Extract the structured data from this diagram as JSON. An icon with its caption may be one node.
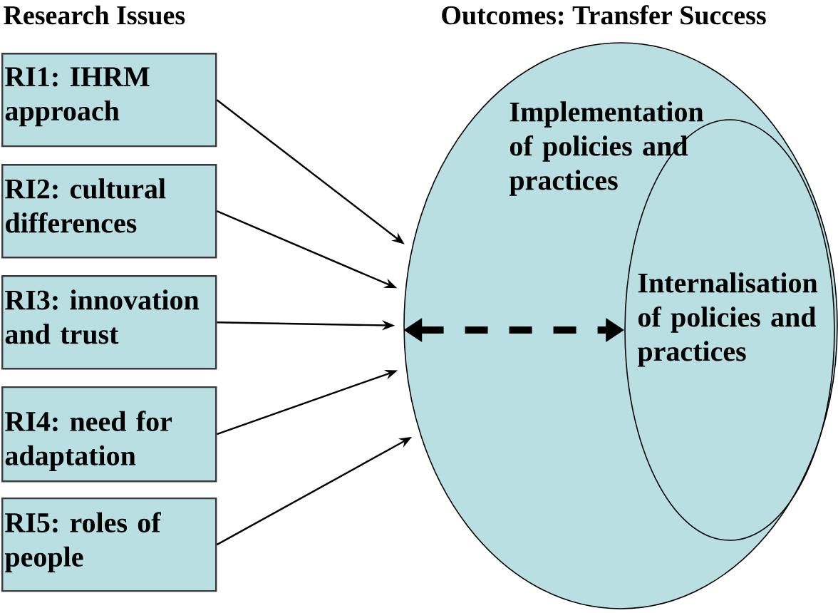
{
  "diagram": {
    "nodes": [
      {
        "text": [
          "RI1: IHRM approach"
        ]
      },
      {
        "text": [
          "RI2: cultural differences"
        ]
      },
      {
        "text": [
          "RI3: innovation and trust"
        ]
      },
      {
        "text": [
          "RI4: need for adaptation"
        ]
      },
      {
        "text": [
          "RI5: roles of people"
        ]
      },
      {
        "text": [
          "Implementation of policies and practices"
        ]
      },
      {
        "text": [
          "Internalisation of policies and practices"
        ],
        "in": 5
      }
    ],
    "edges": [
      {
        "from": 0,
        "to": 5,
        "arrow": "to"
      },
      {
        "from": 1,
        "to": 5,
        "arrow": "to"
      },
      {
        "from": 2,
        "to": 5,
        "arrow": "to"
      },
      {
        "from": 3,
        "to": 5,
        "arrow": "to"
      },
      {
        "from": 4,
        "to": 5,
        "arrow": "to"
      },
      {
        "from": 5,
        "to": 6,
        "arrow": "both",
        "style": "dashed"
      }
    ],
    "labels": [
      "Research Issues",
      "Outcomes: Transfer Success"
    ]
  }
}
